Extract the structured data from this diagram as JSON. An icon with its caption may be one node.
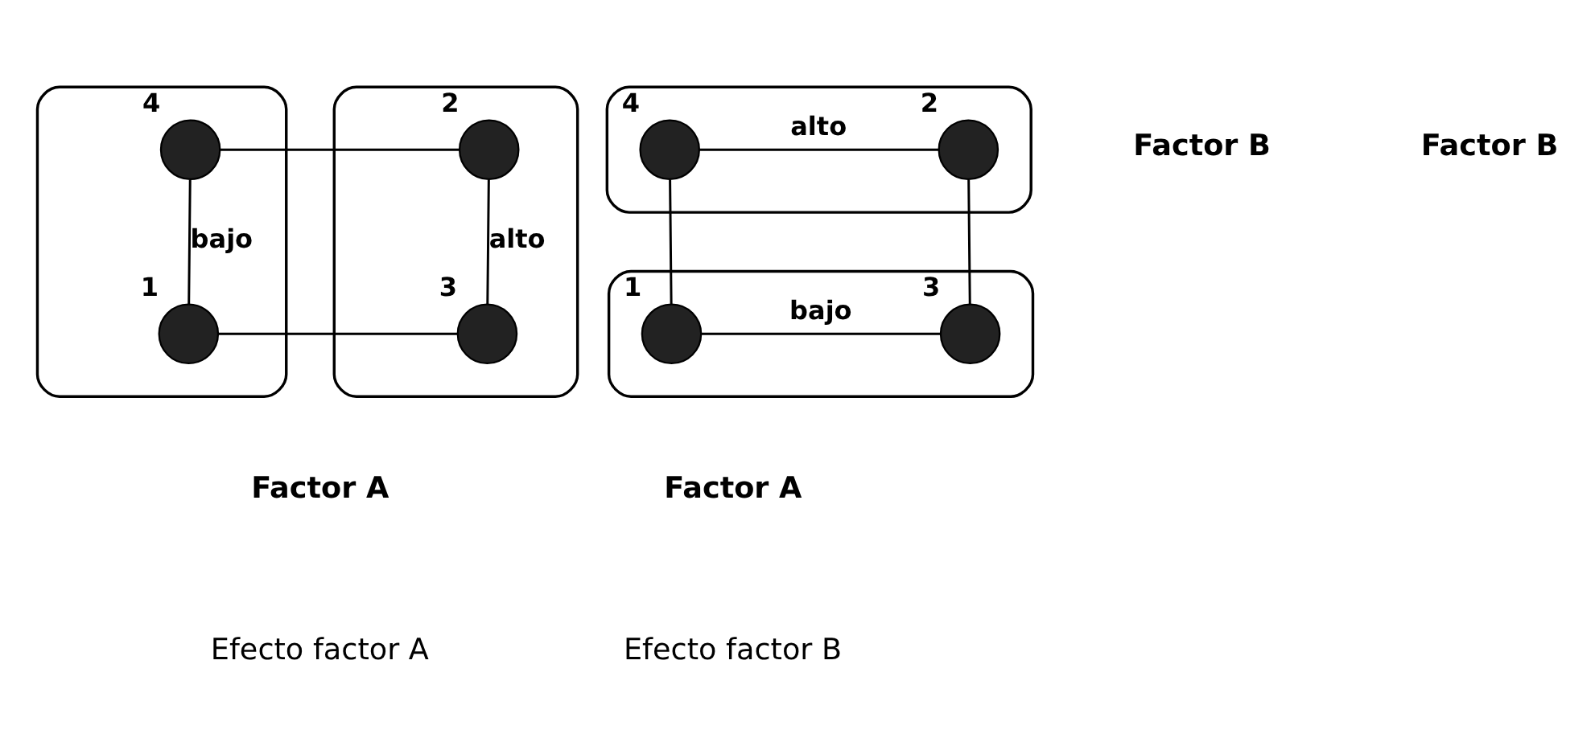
{
  "diagram": {
    "nodes": [
      {
        "text": [],
        "shape": "ellipse"
      },
      {
        "text": [],
        "shape": "circle",
        "in": 0,
        "beside": [
          "4"
        ]
      },
      {
        "text": [],
        "shape": "circle",
        "in": 0,
        "beside": [
          "1"
        ]
      },
      {
        "text": [],
        "shape": "ellipse"
      },
      {
        "text": [],
        "shape": "circle",
        "in": 3,
        "beside": [
          "2"
        ]
      },
      {
        "text": [],
        "shape": "circle",
        "in": 3,
        "beside": [
          "3"
        ]
      },
      {
        "text": [],
        "shape": "ellipse"
      },
      {
        "text": [],
        "shape": "circle",
        "in": 6,
        "beside": [
          "4"
        ]
      },
      {
        "text": [],
        "shape": "circle",
        "in": 6,
        "beside": [
          "2"
        ]
      },
      {
        "text": [],
        "shape": "ellipse"
      },
      {
        "text": [],
        "shape": "circle",
        "in": 9,
        "beside": [
          "1"
        ]
      },
      {
        "text": [],
        "shape": "circle",
        "in": 9,
        "beside": [
          "3"
        ]
      }
    ],
    "edges": [
      {
        "from": 1,
        "to": 4,
        "arrow": "none"
      },
      {
        "from": 2,
        "to": 5,
        "arrow": "none"
      },
      {
        "from": 1,
        "to": 2,
        "arrow": "none",
        "label": "bajo"
      },
      {
        "from": 4,
        "to": 5,
        "arrow": "none",
        "label": "alto"
      },
      {
        "from": 7,
        "to": 8,
        "arrow": "none",
        "label": "alto"
      },
      {
        "from": 10,
        "to": 11,
        "arrow": "none",
        "label": "bajo"
      },
      {
        "from": 7,
        "to": 10,
        "arrow": "none"
      },
      {
        "from": 8,
        "to": 11,
        "arrow": "none"
      }
    ],
    "labels": [
      "Factor B",
      "Factor A",
      "Efecto factor A",
      "Factor B",
      "Factor A",
      "Efecto factor B"
    ]
  }
}
